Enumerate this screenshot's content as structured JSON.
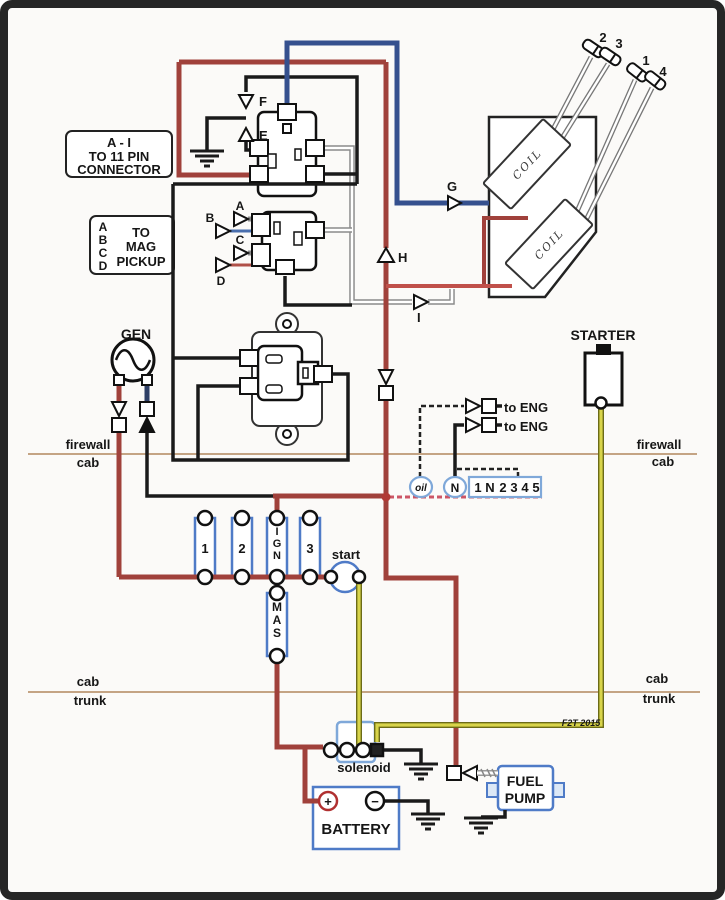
{
  "diagram": {
    "notes": {
      "pin_connector": [
        "A - I",
        "TO 11 PIN",
        "CONNECTOR"
      ],
      "mag_letters": [
        "A",
        "B",
        "C",
        "D"
      ],
      "mag_pickup": [
        "TO",
        "MAG",
        "PICKUP"
      ]
    },
    "points": {
      "a": "A",
      "b": "B",
      "c": "C",
      "d": "D",
      "e": "E",
      "f": "F",
      "g": "G",
      "h": "H",
      "i": "I"
    },
    "generator": {
      "label": "GEN"
    },
    "starter": {
      "label": "STARTER"
    },
    "coils": {
      "label": "COIL",
      "plug_terminals": [
        "2",
        "3",
        "1",
        "4"
      ]
    },
    "bulkheads": {
      "firewall_left": {
        "top": "firewall",
        "bottom": "cab"
      },
      "firewall_right": {
        "top": "firewall",
        "bottom": "cab"
      },
      "trunk_left": {
        "top": "cab",
        "bottom": "trunk"
      },
      "trunk_right": {
        "top": "cab",
        "bottom": "trunk"
      }
    },
    "engine_feeds": {
      "row1": "to ENG",
      "row2": "to ENG"
    },
    "indicators": {
      "oil": "oil",
      "neutral": "N",
      "gear_chars": [
        "1",
        "N",
        "2",
        "3",
        "4",
        "5"
      ]
    },
    "fuses": {
      "f1": "1",
      "f2": "2",
      "ign": [
        "I",
        "G",
        "N"
      ],
      "f3": "3",
      "master": [
        "M",
        "A",
        "S"
      ]
    },
    "controls": {
      "start": "start"
    },
    "power": {
      "solenoid": "solenoid",
      "battery": "BATTERY",
      "battery_plus": "+",
      "battery_minus": "−",
      "fuel_pump": [
        "FUEL",
        "PUMP"
      ]
    },
    "watermark": "F2T 2015",
    "colors": {
      "wire_red": "#a0413b",
      "wire_red_bright": "#c0504a",
      "wire_blue": "#35508e",
      "wire_yellow": "#d8d44a",
      "wire_black": "#1a1a1a",
      "wire_gray": "#8a8a8a",
      "component_blue": "#4f7bc7",
      "dash_pink": "#cc5566",
      "neutral_green": "#2faa4f",
      "oil_pink": "#d967a8",
      "gear_navy": "#1b2a55",
      "bulkhead_tan": "#c4a484"
    }
  }
}
